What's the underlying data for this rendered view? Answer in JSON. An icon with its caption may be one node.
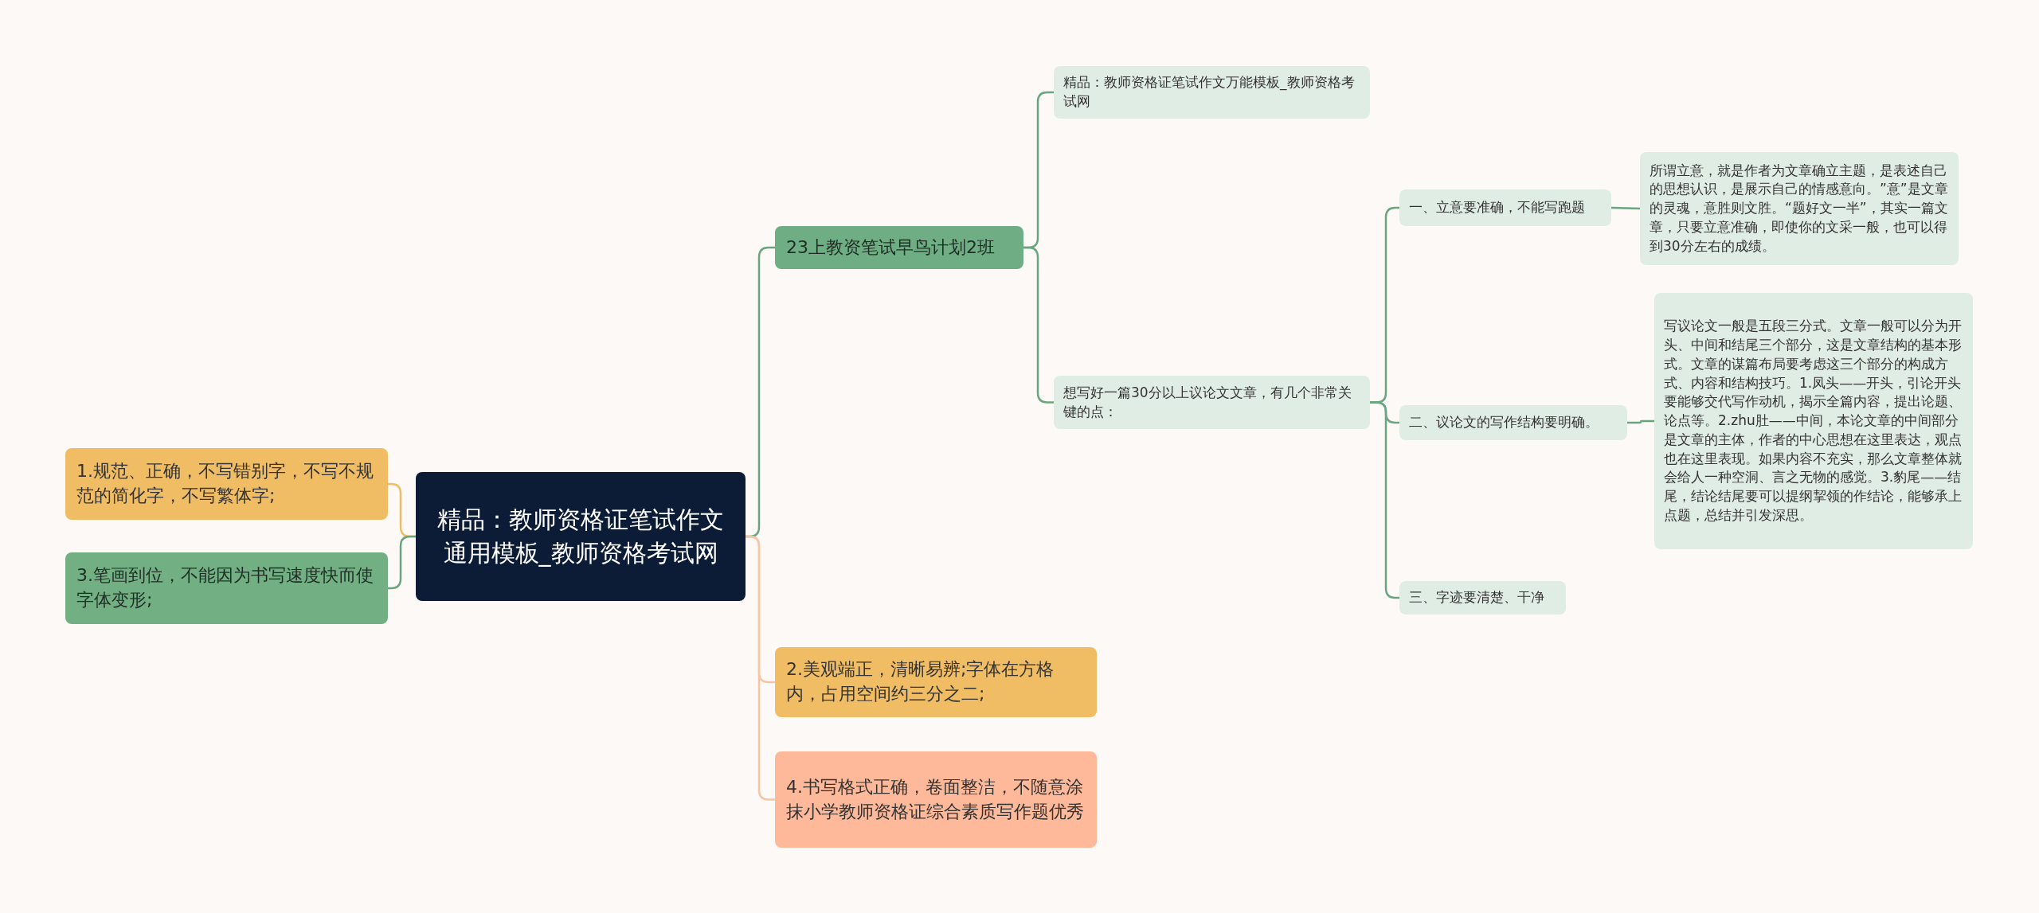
{
  "diagram": {
    "nodes": [
      {
        "text": [
          "精品：教师资格证笔试作文通用模板_教师资格考试网"
        ]
      },
      {
        "text": [
          "23上教资笔试早鸟计划2班"
        ]
      },
      {
        "text": [
          "精品：教师资格证笔试作文万能模板_教师资格考试网"
        ]
      },
      {
        "text": [
          "想写好一篇30分以上议论文文章，有几个非常关键的点："
        ]
      },
      {
        "text": [
          "一、立意要准确，不能写跑题"
        ]
      },
      {
        "text": [
          "所谓立意，就是作者为文章确立主题，是表述自己的思想认识，是展示自己的情感意向。”意”是文章的灵魂，意胜则文胜。“题好文一半”，其实一篇文章，只要立意准确，即使你的文采一般，也可以得到30分左右的成绩。"
        ]
      },
      {
        "text": [
          "二、议论文的写作结构要明确。"
        ]
      },
      {
        "text": [
          "写议论文一般是五段三分式。文章一般可以分为开头、中间和结尾三个部分，这是文章结构的基本形式。文章的谋篇布局要考虑这三个部分的构成方式、内容和结构技巧。1.凤头——开头，引论开头要能够交代写作动机，揭示全篇内容，提出论题、论点等。2.zhu肚——中间，本论文章的中间部分是文章的主体，作者的中心思想在这里表达，观点也在这里表现。如果内容不充实，那么文章整体就会给人一种空洞、言之无物的感觉。3.豹尾——结尾，结论结尾要可以提纲挈领的作结论，能够承上点题，总结并引发深思。"
        ]
      },
      {
        "text": [
          "三、字迹要清楚、干净"
        ]
      },
      {
        "text": [
          "2.美观端正，清晰易辨;字体在方格内，占用空间约三分之二;"
        ]
      },
      {
        "text": [
          "4.书写格式正确，卷面整洁，不随意涂抹小学教师资格证综合素质写作题优秀"
        ]
      },
      {
        "text": [
          "1.规范、正确，不写错别字，不写不规范的简化字，不写繁体字;"
        ]
      },
      {
        "text": [
          "3.笔画到位，不能因为书写速度快而使字体变形;"
        ]
      }
    ],
    "edges": [
      {
        "from": 0,
        "to": 1,
        "arrow": "none"
      },
      {
        "from": 1,
        "to": 2,
        "arrow": "none"
      },
      {
        "from": 1,
        "to": 3,
        "arrow": "none"
      },
      {
        "from": 3,
        "to": 4,
        "arrow": "none"
      },
      {
        "from": 4,
        "to": 5,
        "arrow": "none"
      },
      {
        "from": 3,
        "to": 6,
        "arrow": "none"
      },
      {
        "from": 6,
        "to": 7,
        "arrow": "none"
      },
      {
        "from": 3,
        "to": 8,
        "arrow": "none"
      },
      {
        "from": 0,
        "to": 9,
        "arrow": "none",
        "color": "#f5c6a5"
      },
      {
        "from": 0,
        "to": 10,
        "arrow": "none",
        "color": "#f5c6a5"
      },
      {
        "from": 0,
        "to": 11,
        "arrow": "none",
        "color": "#f0bd64"
      },
      {
        "from": 0,
        "to": 12,
        "arrow": "none"
      }
    ]
  }
}
